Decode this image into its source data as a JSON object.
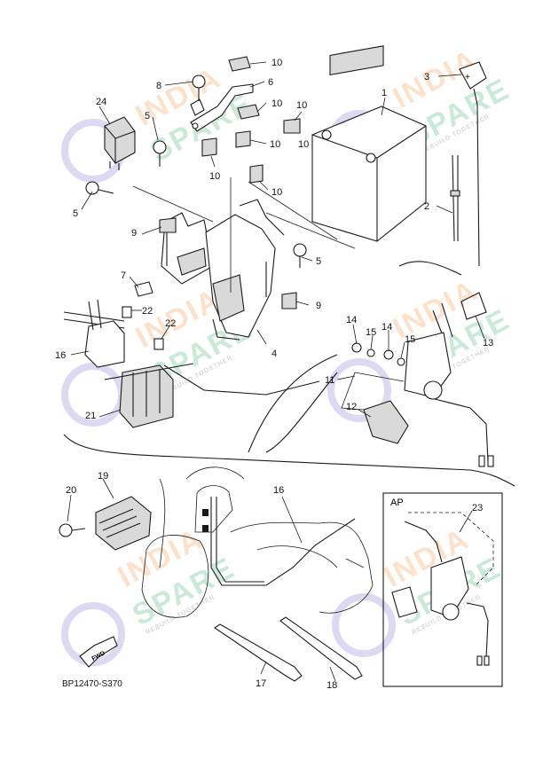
{
  "callouts": [
    "1",
    "2",
    "3",
    "4",
    "5",
    "5",
    "5",
    "6",
    "7",
    "8",
    "9",
    "9",
    "10",
    "10",
    "10",
    "10",
    "10",
    "10",
    "10",
    "11",
    "12",
    "13",
    "14",
    "14",
    "15",
    "15",
    "16",
    "16",
    "17",
    "18",
    "19",
    "20",
    "21",
    "22",
    "22",
    "23",
    "24"
  ],
  "inset_label": "AP",
  "fwd_label": "FWD",
  "battery_sign": "+",
  "diagram_code": "BP12470-S370",
  "watermark": {
    "line1": "INDIA",
    "line2": "SPARE",
    "tagline": "REBUILD TOGETHER"
  },
  "colors": {
    "line": "#1a1a1a",
    "watermark_orange": "#f6b98a",
    "watermark_green": "#7fcf9e",
    "watermark_logo": "#b9b7e6"
  }
}
